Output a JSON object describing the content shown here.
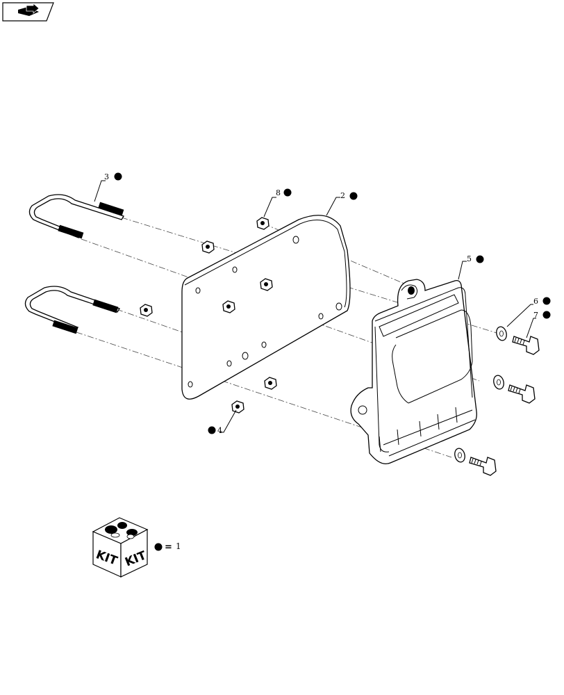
{
  "nav": {
    "icon": "arrow-folder-icon"
  },
  "callouts": [
    {
      "id": "c1",
      "number": "1"
    },
    {
      "id": "c2",
      "number": "2"
    },
    {
      "id": "c3",
      "number": "3"
    },
    {
      "id": "c4",
      "number": "4"
    },
    {
      "id": "c5",
      "number": "5"
    },
    {
      "id": "c6",
      "number": "6"
    },
    {
      "id": "c7",
      "number": "7"
    },
    {
      "id": "c8",
      "number": "8"
    }
  ],
  "kit": {
    "label_left": "KIT",
    "label_right": "KIT",
    "equals": "=",
    "number": "1"
  }
}
